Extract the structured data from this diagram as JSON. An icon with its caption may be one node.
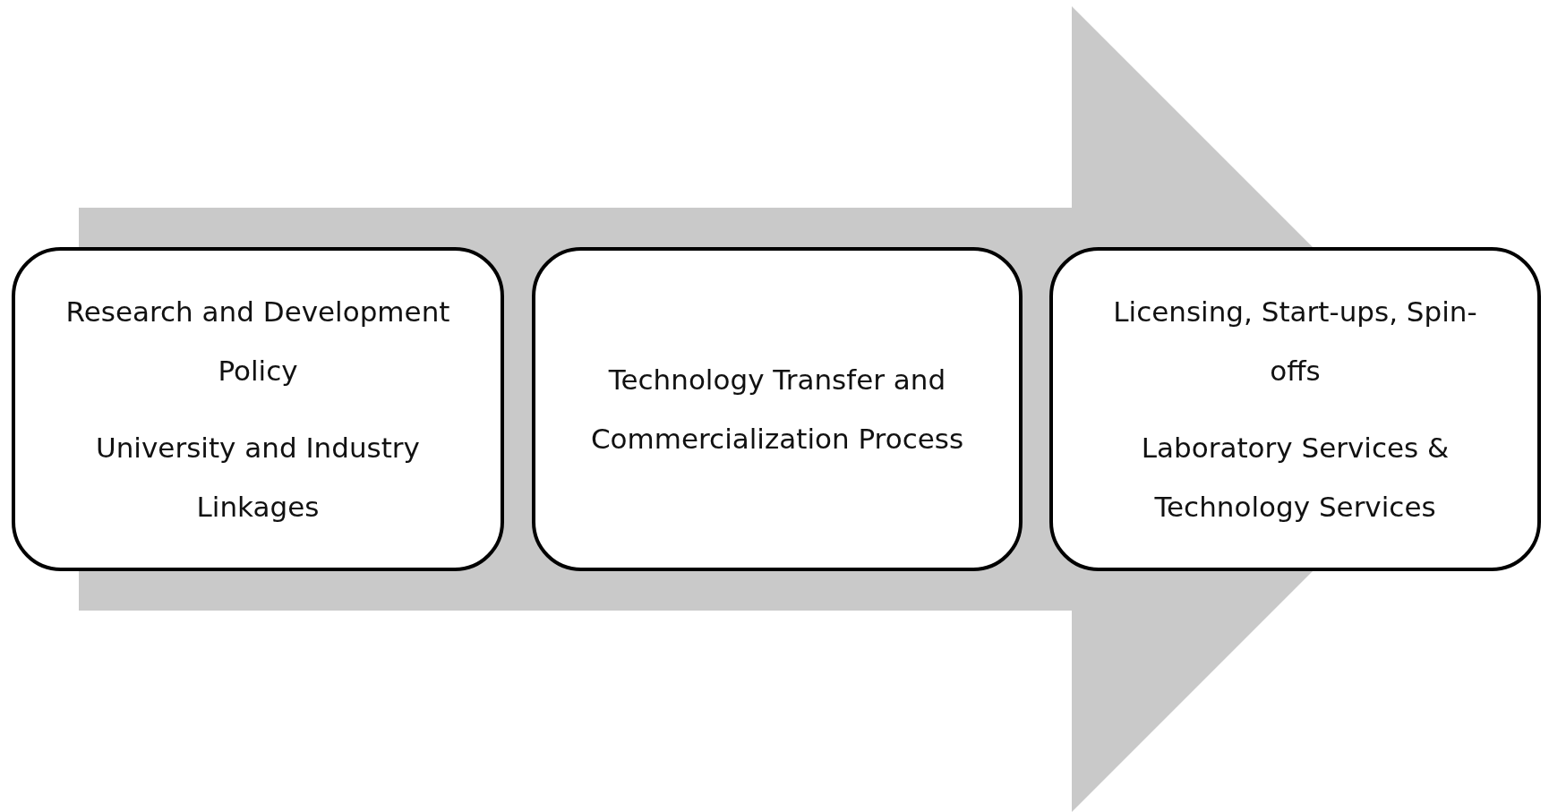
{
  "diagram": {
    "nodes": [
      {
        "text": [
          "Research and Development Policy",
          "University and Industry Linkages"
        ]
      },
      {
        "text": [
          "Technology Transfer and Commercialization Process"
        ]
      },
      {
        "text": [
          "Licensing, Start-ups, Spin-offs",
          "Laboratory Services & Technology Services"
        ]
      }
    ],
    "edges": [
      {
        "from": 0,
        "to": 2,
        "arrow": "to"
      }
    ]
  }
}
